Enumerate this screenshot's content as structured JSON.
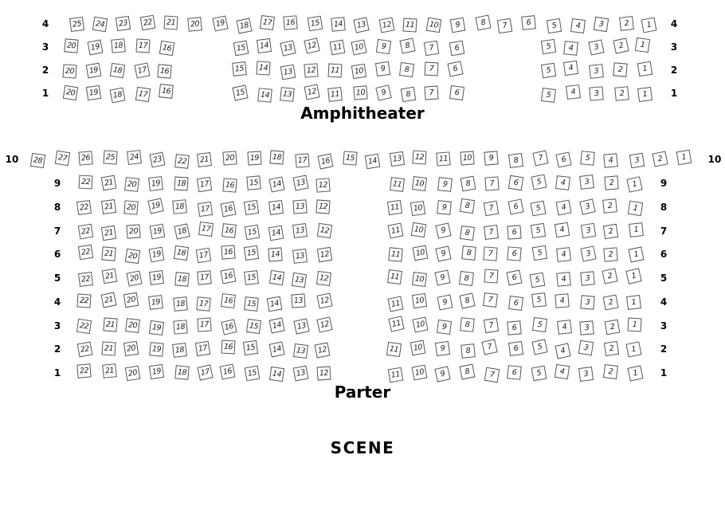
{
  "stage_label": "SCENE",
  "colors": {
    "background": "#ffffff",
    "seat_border": "#555555",
    "seat_fill": "#ffffff",
    "text": "#000000"
  },
  "sections": [
    {
      "id": "amphitheater",
      "label": "Amphitheater",
      "rows": [
        {
          "row": "4",
          "blocks": [
            [
              25,
              24,
              23,
              22,
              21,
              20,
              19,
              18,
              17,
              16,
              15,
              14,
              13,
              12,
              11,
              10,
              9,
              8,
              7,
              6,
              5,
              4,
              3,
              2,
              1
            ]
          ]
        },
        {
          "row": "3",
          "blocks": [
            [
              20,
              19,
              18,
              17,
              16
            ],
            [
              15,
              14,
              13,
              12,
              11,
              10,
              9,
              8,
              7,
              6
            ],
            [
              5,
              4,
              3,
              2,
              1
            ]
          ]
        },
        {
          "row": "2",
          "blocks": [
            [
              20,
              19,
              18,
              17,
              16
            ],
            [
              15,
              14,
              13,
              12,
              11,
              10,
              9,
              8,
              7,
              6
            ],
            [
              5,
              4,
              3,
              2,
              1
            ]
          ]
        },
        {
          "row": "1",
          "blocks": [
            [
              20,
              19,
              18,
              17,
              16
            ],
            [
              15,
              14,
              13,
              12,
              11,
              10,
              9,
              8,
              7,
              6
            ],
            [
              5,
              4,
              3,
              2,
              1
            ]
          ]
        }
      ]
    },
    {
      "id": "parter",
      "label": "Parter",
      "rows": [
        {
          "row": "10",
          "blocks": [
            [
              28,
              27,
              26,
              25,
              24,
              23,
              22,
              21,
              20,
              19,
              18,
              17,
              16,
              15,
              14,
              13,
              12,
              11,
              10,
              9,
              8,
              7,
              6,
              5,
              4,
              3,
              2,
              1
            ]
          ]
        },
        {
          "row": "9",
          "blocks": [
            [
              22,
              21,
              20,
              19,
              18,
              17,
              16,
              15,
              14,
              13,
              12
            ],
            [
              11,
              10,
              9,
              8,
              7,
              6,
              5,
              4,
              3,
              2,
              1
            ]
          ]
        },
        {
          "row": "8",
          "blocks": [
            [
              22,
              21,
              20,
              19,
              18,
              17,
              16,
              15,
              14,
              13,
              12
            ],
            [
              11,
              10,
              9,
              8,
              7,
              6,
              5,
              4,
              3,
              2,
              1
            ]
          ]
        },
        {
          "row": "7",
          "blocks": [
            [
              22,
              21,
              20,
              19,
              18,
              17,
              16,
              15,
              14,
              13,
              12
            ],
            [
              11,
              10,
              9,
              8,
              7,
              6,
              5,
              4,
              3,
              2,
              1
            ]
          ]
        },
        {
          "row": "6",
          "blocks": [
            [
              22,
              21,
              20,
              19,
              18,
              17,
              16,
              15,
              14,
              13,
              12
            ],
            [
              11,
              10,
              9,
              8,
              7,
              6,
              5,
              4,
              3,
              2,
              1
            ]
          ]
        },
        {
          "row": "5",
          "blocks": [
            [
              22,
              21,
              20,
              19,
              18,
              17,
              16,
              15,
              14,
              13,
              12
            ],
            [
              11,
              10,
              9,
              8,
              7,
              6,
              5,
              4,
              3,
              2,
              1
            ]
          ]
        },
        {
          "row": "4",
          "blocks": [
            [
              22,
              21,
              20,
              19,
              18,
              17,
              16,
              15,
              14,
              13,
              12
            ],
            [
              11,
              10,
              9,
              8,
              7,
              6,
              5,
              4,
              3,
              2,
              1
            ]
          ]
        },
        {
          "row": "3",
          "blocks": [
            [
              22,
              21,
              20,
              19,
              18,
              17,
              16,
              15,
              14,
              13,
              12
            ],
            [
              11,
              10,
              9,
              8,
              7,
              6,
              5,
              4,
              3,
              2,
              1
            ]
          ]
        },
        {
          "row": "2",
          "blocks": [
            [
              22,
              21,
              20,
              19,
              18,
              17,
              16,
              15,
              14,
              13,
              12
            ],
            [
              11,
              10,
              9,
              8,
              7,
              6,
              5,
              4,
              3,
              2,
              1
            ]
          ]
        },
        {
          "row": "1",
          "blocks": [
            [
              22,
              21,
              20,
              19,
              18,
              17,
              16,
              15,
              14,
              13,
              12
            ],
            [
              11,
              10,
              9,
              8,
              7,
              6,
              5,
              4,
              3,
              2,
              1
            ]
          ]
        }
      ]
    }
  ]
}
